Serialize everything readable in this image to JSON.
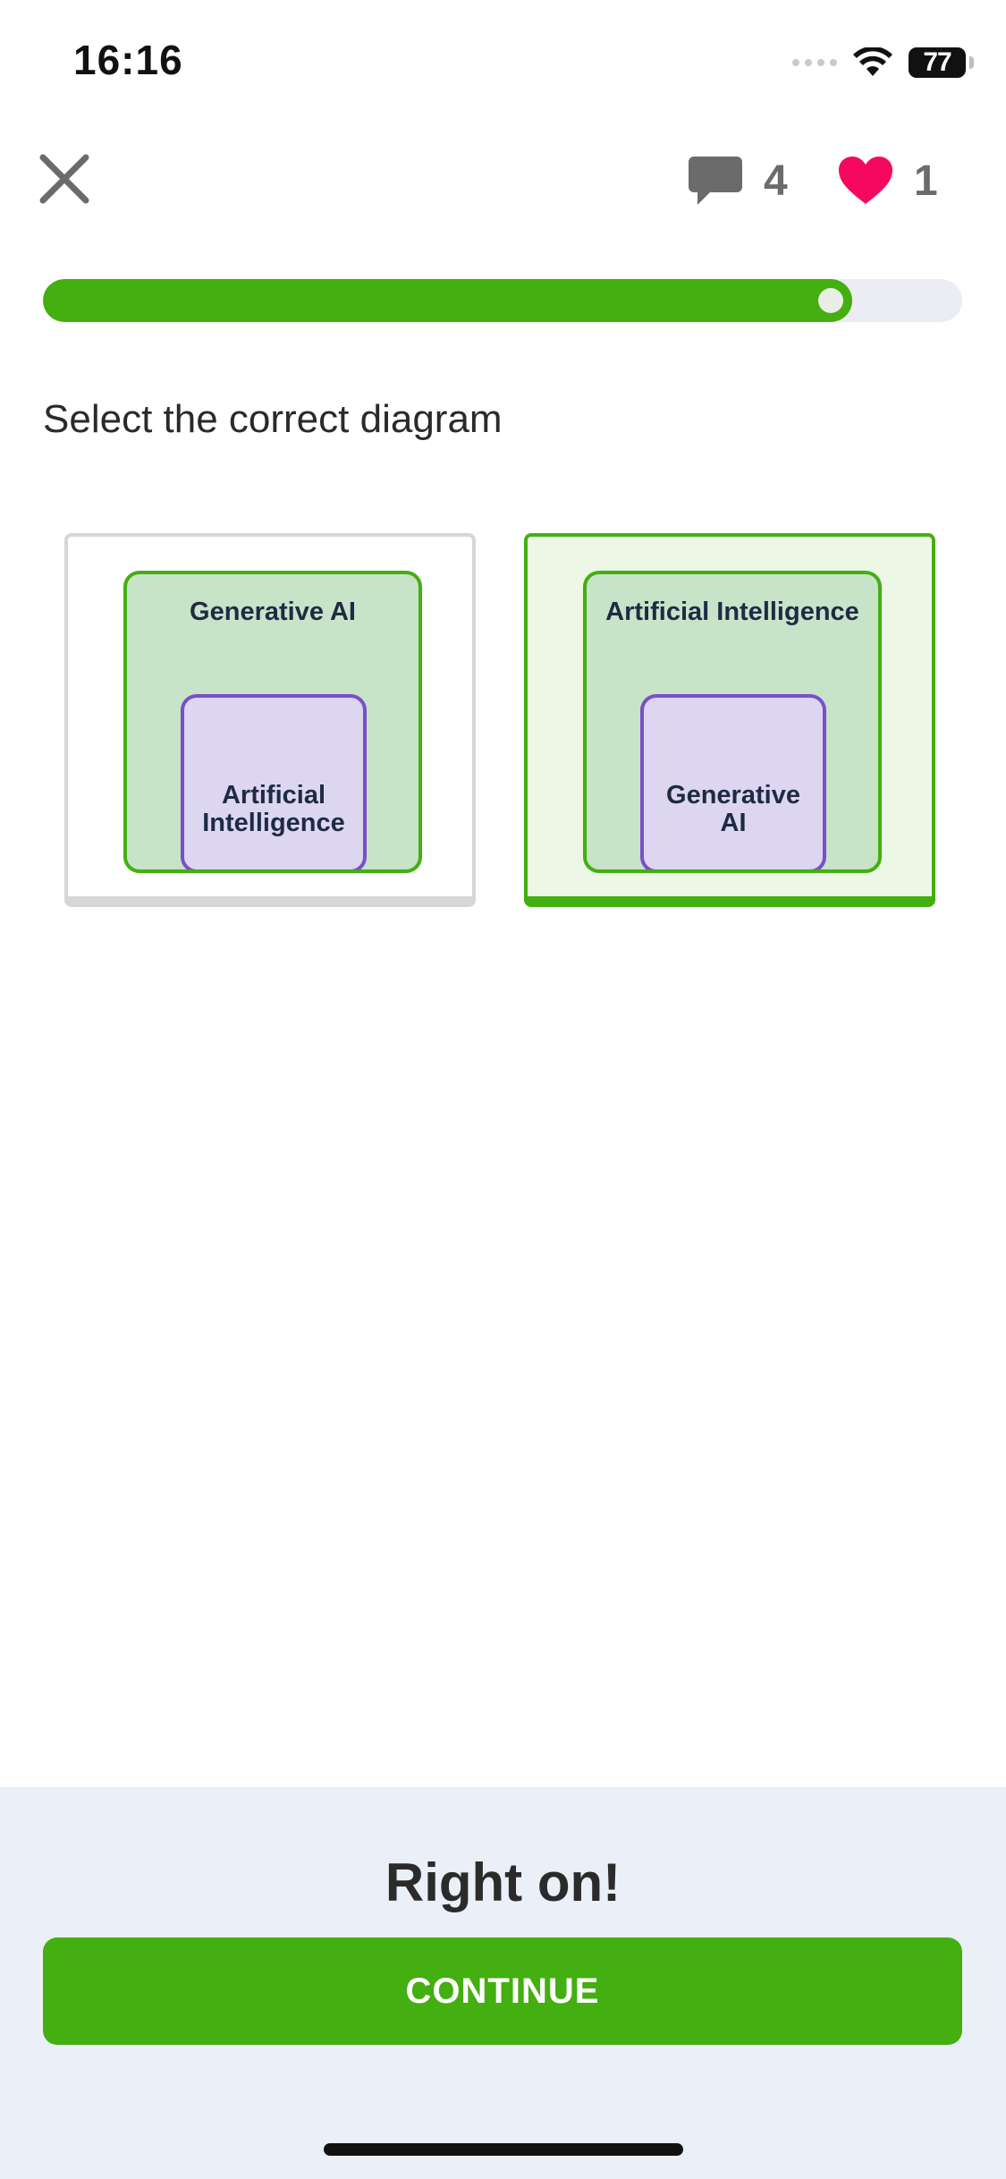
{
  "status_bar": {
    "time": "16:16",
    "battery": "77"
  },
  "header": {
    "comments_count": "4",
    "hearts_count": "1"
  },
  "progress": {
    "fraction": 0.88
  },
  "prompt": "Select the correct diagram",
  "options": [
    {
      "outer_label": "Generative AI",
      "inner_label": "Artificial\nIntelligence",
      "selected": false
    },
    {
      "outer_label": "Artificial Intelligence",
      "inner_label": "Generative\nAI",
      "selected": true
    }
  ],
  "feedback": {
    "title": "Right on!",
    "button_label": "CONTINUE"
  },
  "colors": {
    "accent": "#43af10",
    "heart": "#f5095f",
    "inner_border": "#7a4fc9",
    "outer_fill": "#c7e3c8"
  }
}
